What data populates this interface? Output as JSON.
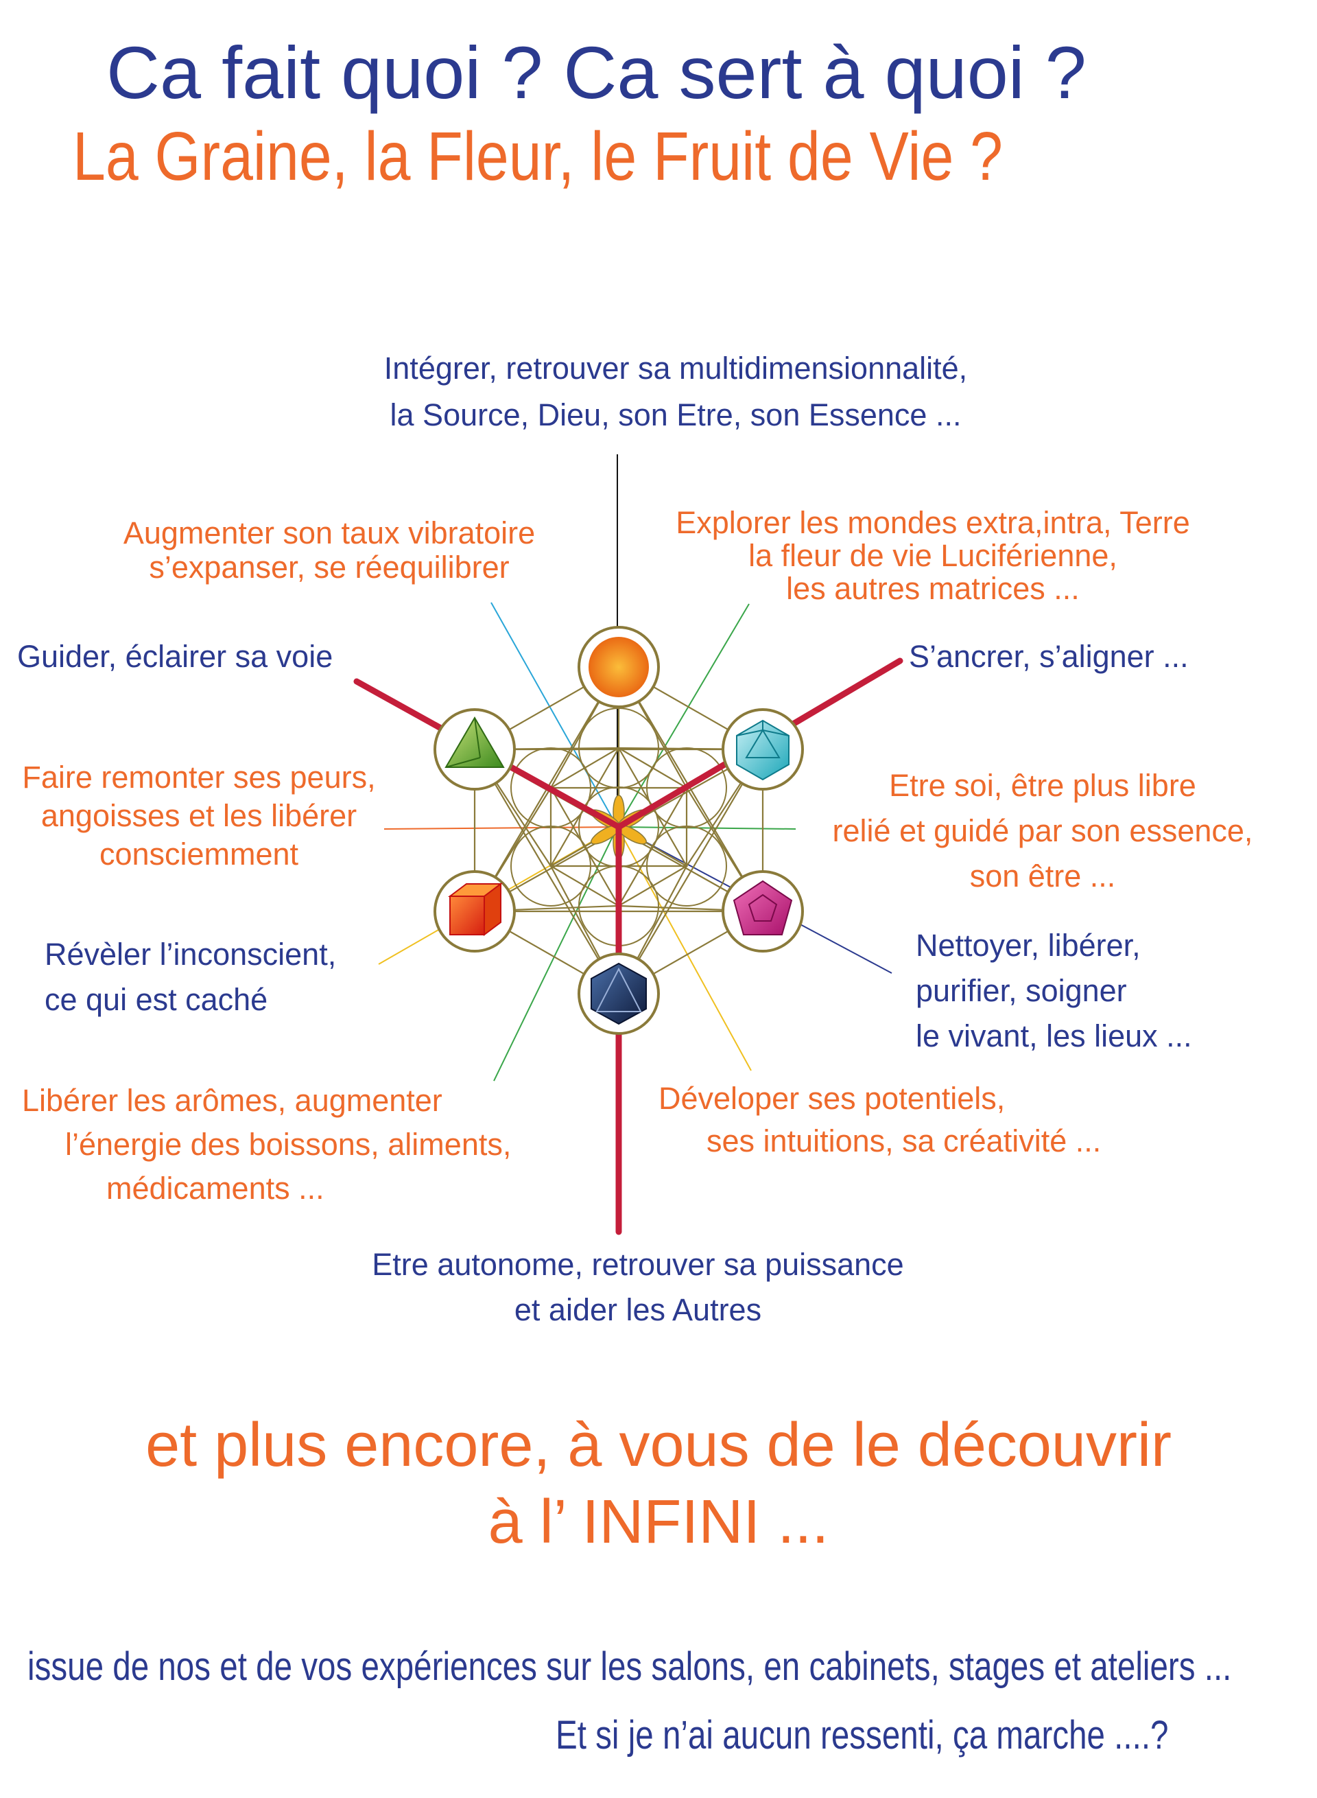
{
  "title": {
    "line1": "Ca fait quoi ? Ca sert à quoi ?",
    "line2": "La Graine, la Fleur, le Fruit de Vie ?"
  },
  "labels": {
    "top": [
      "Intégrer, retrouver sa multidimensionnalité,",
      "la Source, Dieu, son Etre, son Essence ..."
    ],
    "upper_left": [
      "Augmenter son taux vibratoire",
      "s’expanser, se réequilibrer"
    ],
    "upper_right": [
      "Explorer les mondes extra,intra, Terre",
      "la fleur de vie Luciférienne,",
      "les autres matrices ..."
    ],
    "guide": "Guider, éclairer sa voie",
    "anchor": "S’ancrer, s’aligner ...",
    "fears": [
      "Faire remonter ses peurs,",
      "angoisses et les libérer",
      "consciemment"
    ],
    "self": [
      "Etre soi, être  plus libre",
      "relié et guidé par son essence,",
      "son être ..."
    ],
    "reveal": [
      "Révèler l’inconscient,",
      "ce qui est caché"
    ],
    "clean": [
      "Nettoyer, libérer,",
      "purifier, soigner",
      "le vivant, les lieux ..."
    ],
    "aromas": [
      "Libérer les arômes, augmenter",
      "l’énergie des boissons, aliments,",
      "médicaments ..."
    ],
    "develop": [
      "Déveloper ses potentiels,",
      "ses intuitions,  sa créativité ..."
    ],
    "bottom": [
      "Etre autonome, retrouver sa puissance",
      "et aider les Autres"
    ]
  },
  "closing": [
    "et plus encore, à vous de le découvrir",
    "à l’ INFINI ..."
  ],
  "footer": {
    "line1": "issue de nos et de vos expériences sur les salons, en cabinets, stages et ateliers  ...",
    "line2": "Et si  je n’ai aucun ressenti, ça marche ....?"
  },
  "colors": {
    "blue_text": "#2b3a8f",
    "orange_text": "#ee6a2b",
    "red_axis": "#c41e3a",
    "gold_lines": "#8a7a3a"
  }
}
